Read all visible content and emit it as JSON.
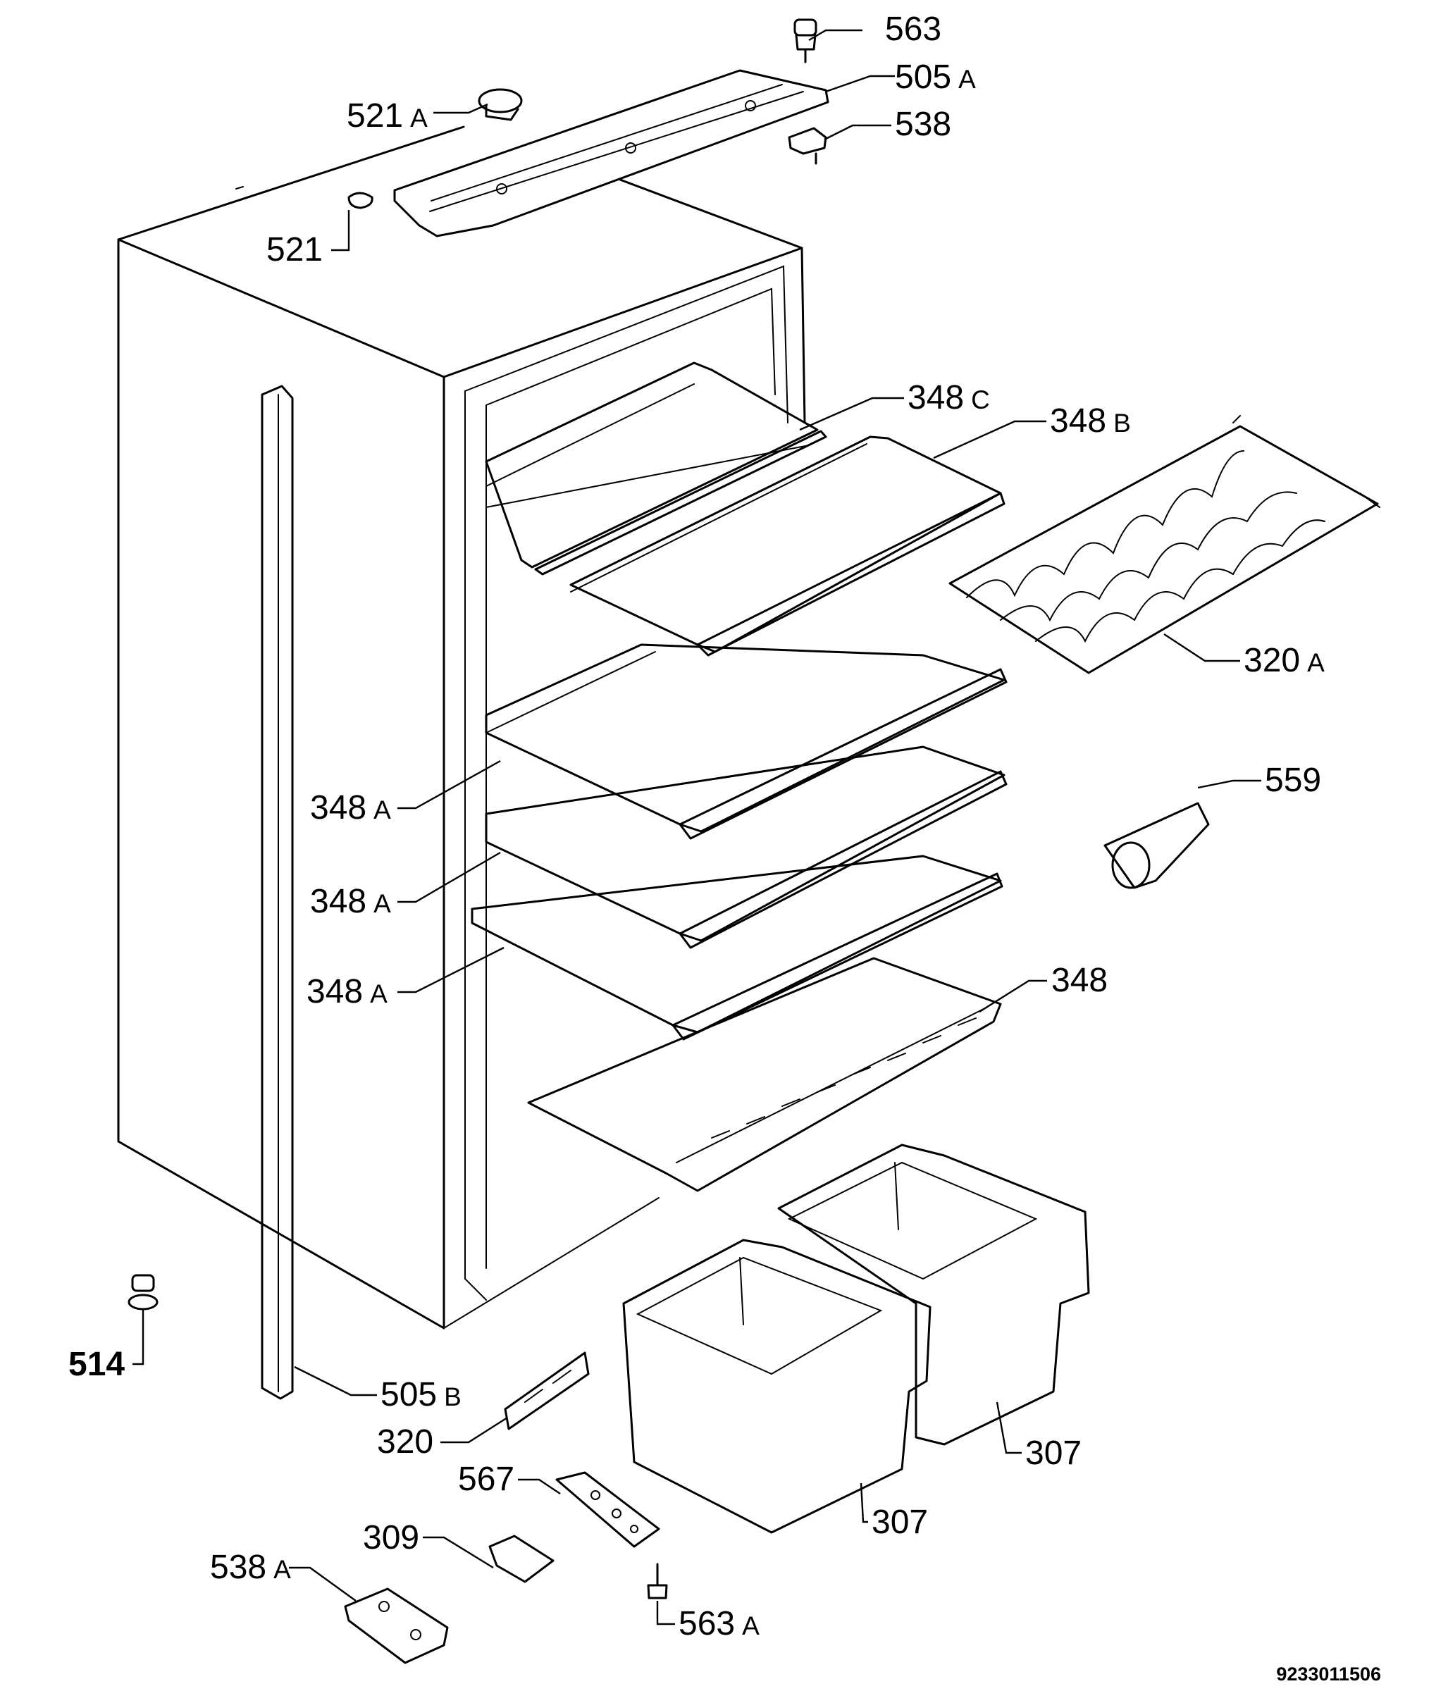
{
  "document_number": "9233011506",
  "callouts": [
    {
      "id": "563",
      "num": "563",
      "suffix": ""
    },
    {
      "id": "505A",
      "num": "505",
      "suffix": "A"
    },
    {
      "id": "521A",
      "num": "521",
      "suffix": "A"
    },
    {
      "id": "538",
      "num": "538",
      "suffix": ""
    },
    {
      "id": "521",
      "num": "521",
      "suffix": ""
    },
    {
      "id": "348C",
      "num": "348",
      "suffix": "C"
    },
    {
      "id": "348B",
      "num": "348",
      "suffix": "B"
    },
    {
      "id": "320A",
      "num": "320",
      "suffix": "A"
    },
    {
      "id": "559",
      "num": "559",
      "suffix": ""
    },
    {
      "id": "348A-1",
      "num": "348",
      "suffix": "A"
    },
    {
      "id": "348A-2",
      "num": "348",
      "suffix": "A"
    },
    {
      "id": "348A-3",
      "num": "348",
      "suffix": "A"
    },
    {
      "id": "348",
      "num": "348",
      "suffix": ""
    },
    {
      "id": "514",
      "num": "514",
      "suffix": ""
    },
    {
      "id": "505B",
      "num": "505",
      "suffix": "B"
    },
    {
      "id": "320",
      "num": "320",
      "suffix": ""
    },
    {
      "id": "307-1",
      "num": "307",
      "suffix": ""
    },
    {
      "id": "307-2",
      "num": "307",
      "suffix": ""
    },
    {
      "id": "567",
      "num": "567",
      "suffix": ""
    },
    {
      "id": "309",
      "num": "309",
      "suffix": ""
    },
    {
      "id": "538A",
      "num": "538",
      "suffix": "A"
    },
    {
      "id": "563A",
      "num": "563",
      "suffix": "A"
    }
  ]
}
